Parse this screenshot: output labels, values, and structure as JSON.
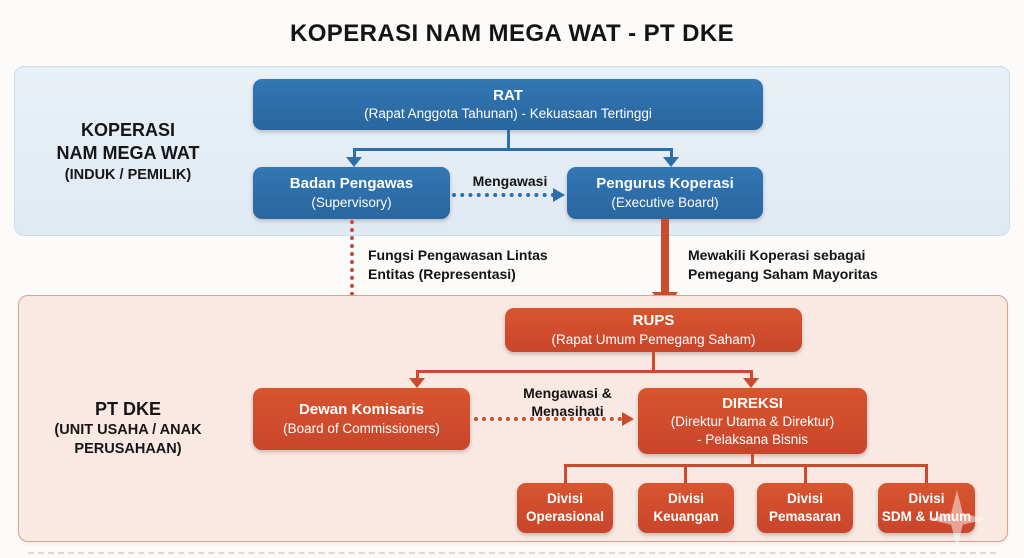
{
  "title": "KOPERASI NAM MEGA WAT - PT DKE",
  "koperasi_section": {
    "label": {
      "line1": "KOPERASI",
      "line2": "NAM MEGA WAT",
      "line3": "(INDUK / PEMILIK)"
    },
    "rat": {
      "title": "RAT",
      "subtitle": "(Rapat Anggota Tahunan) - Kekuasaan Tertinggi"
    },
    "badan_pengawas": {
      "title": "Badan Pengawas",
      "subtitle": "(Supervisory)"
    },
    "pengurus_koperasi": {
      "title": "Pengurus Koperasi",
      "subtitle": "(Executive Board)"
    },
    "edge_mengawasi": "Mengawasi"
  },
  "annotations": {
    "fungsi_line1": "Fungsi Pengawasan Lintas",
    "fungsi_line2": "Entitas (Representasi)",
    "mewakili_line1": "Mewakili Koperasi sebagai",
    "mewakili_line2": "Pemegang Saham Mayoritas"
  },
  "pt_dke_section": {
    "label": {
      "line1": "PT DKE",
      "line2": "(UNIT USAHA / ANAK",
      "line3": "PERUSAHAAN)"
    },
    "rups": {
      "title": "RUPS",
      "subtitle": "(Rapat Umum Pemegang Saham)"
    },
    "dewan_komisaris": {
      "title": "Dewan Komisaris",
      "subtitle": "(Board of Commissioners)"
    },
    "direksi": {
      "title": "DIREKSI",
      "subtitle": "(Direktur Utama & Direktur)",
      "subtitle2": "- Pelaksana Bisnis"
    },
    "edge_mengawasi_line1": "Mengawasi &",
    "edge_mengawasi_line2": "Menasihati",
    "divisions": [
      {
        "line1": "Divisi",
        "line2": "Operasional"
      },
      {
        "line1": "Divisi",
        "line2": "Keuangan"
      },
      {
        "line1": "Divisi",
        "line2": "Pemasaran"
      },
      {
        "line1": "Divisi",
        "line2": "SDM & Umum"
      }
    ]
  },
  "colors": {
    "blue_node": "#2d6fab",
    "red_node": "#cf4b2d",
    "blue_panel_bg": "#e4edf5",
    "pink_panel_bg": "#fae8e2",
    "pink_panel_border": "#dba28f",
    "text_dark": "#161616"
  }
}
